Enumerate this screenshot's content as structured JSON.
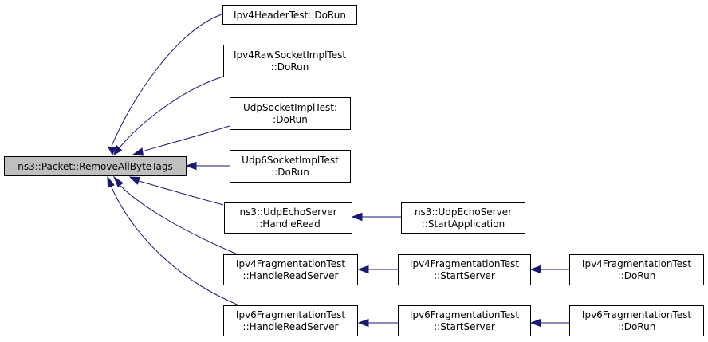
{
  "graph": {
    "root": {
      "line1": "ns3::Packet::RemoveAllByteTags",
      "line2": ""
    },
    "nodes": [
      {
        "id": "ipv4header",
        "line1": "Ipv4HeaderTest::DoRun",
        "line2": ""
      },
      {
        "id": "ipv4raw",
        "line1": "Ipv4RawSocketImplTest",
        "line2": "::DoRun"
      },
      {
        "id": "udpsock",
        "line1": "UdpSocketImplTest:",
        "line2": ":DoRun"
      },
      {
        "id": "udp6sock",
        "line1": "Udp6SocketImplTest",
        "line2": "::DoRun"
      },
      {
        "id": "udpecho_read",
        "line1": "ns3::UdpEchoServer",
        "line2": "::HandleRead"
      },
      {
        "id": "udpecho_start",
        "line1": "ns3::UdpEchoServer",
        "line2": "::StartApplication"
      },
      {
        "id": "ipv4frag_read",
        "line1": "Ipv4FragmentationTest",
        "line2": "::HandleReadServer"
      },
      {
        "id": "ipv4frag_start",
        "line1": "Ipv4FragmentationTest",
        "line2": "::StartServer"
      },
      {
        "id": "ipv4frag_run",
        "line1": "Ipv4FragmentationTest",
        "line2": "::DoRun"
      },
      {
        "id": "ipv6frag_read",
        "line1": "Ipv6FragmentationTest",
        "line2": "::HandleReadServer"
      },
      {
        "id": "ipv6frag_start",
        "line1": "Ipv6FragmentationTest",
        "line2": "::StartServer"
      },
      {
        "id": "ipv6frag_run",
        "line1": "Ipv6FragmentationTest",
        "line2": "::DoRun"
      }
    ],
    "edges": [
      {
        "from": "ipv4header",
        "to": "root"
      },
      {
        "from": "ipv4raw",
        "to": "root"
      },
      {
        "from": "udpsock",
        "to": "root"
      },
      {
        "from": "udp6sock",
        "to": "root"
      },
      {
        "from": "udpecho_read",
        "to": "root"
      },
      {
        "from": "ipv4frag_read",
        "to": "root"
      },
      {
        "from": "ipv6frag_read",
        "to": "root"
      },
      {
        "from": "udpecho_start",
        "to": "udpecho_read"
      },
      {
        "from": "ipv4frag_start",
        "to": "ipv4frag_read"
      },
      {
        "from": "ipv4frag_run",
        "to": "ipv4frag_start"
      },
      {
        "from": "ipv6frag_start",
        "to": "ipv6frag_read"
      },
      {
        "from": "ipv6frag_run",
        "to": "ipv6frag_start"
      }
    ]
  },
  "colors": {
    "edge": "#191970",
    "root_fill": "#bfbfbf",
    "node_fill": "#ffffff",
    "border": "#000000"
  }
}
